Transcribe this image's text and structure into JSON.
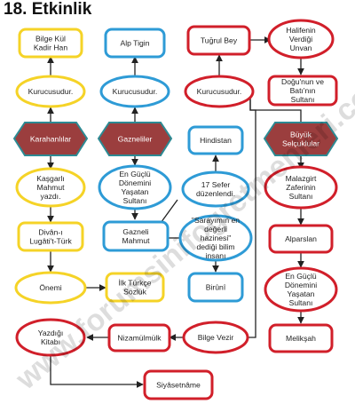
{
  "title": "18. Etkinlik",
  "watermark": "www.forumsinifogretmenleri.com",
  "colors": {
    "yellow": "#f5d327",
    "blue": "#2e9bd6",
    "red": "#d11f2a",
    "brown": "#9b3e3e",
    "teal": "#2c8a93",
    "line": "#222222"
  },
  "nodes": {
    "bilge_kul": "Bilge Kül Kadir Han",
    "kurucu1": "Kurucusudur.",
    "karahanlilar": "Karahanlılar",
    "kasgarli": "Kaşgarlı Mahmut yazdı.",
    "divan": "Divân-ı Lugâti't-Türk",
    "onemi": "Önemi",
    "ilk_turkce": "İlk Türkçe Sözlük",
    "alp_tigin": "Alp Tigin",
    "kurucu2": "Kurucusudur.",
    "gazneliler": "Gazneliler",
    "en_guclu1": "En Güçlü Dönemini Yaşatan Sultanı",
    "gazneli_mahmut": "Gazneli Mahmut",
    "tugrul": "Tuğrul Bey",
    "halife": "Halifenin Verdiği Unvan",
    "dogu": "Doğu'nun ve Batı'nın Sultanı",
    "kurucu3": "Kurucusudur.",
    "hindistan": "Hindistan",
    "sefer": "17 Sefer düzenlendi.",
    "sarayimin": "\"Sarayımın en değerli hazinesi\" dediği bilim insanı",
    "biruni": "Birûnî",
    "buyuk_selcuklular": "Büyük Selçuklular",
    "malazgirt": "Malazgirt Zaferinin Sultanı",
    "alparslan": "Alparslan",
    "en_guclu2": "En Güçlü Dönemini Yaşatan Sultanı",
    "meliksah": "Melikşah",
    "yazdigi_kitabi": "Yazdığı Kitabı",
    "nizamulmulk": "Nizamülmülk",
    "bilge_vezir": "Bilge Vezir",
    "siyasetname": "Siyâsetnâme"
  }
}
